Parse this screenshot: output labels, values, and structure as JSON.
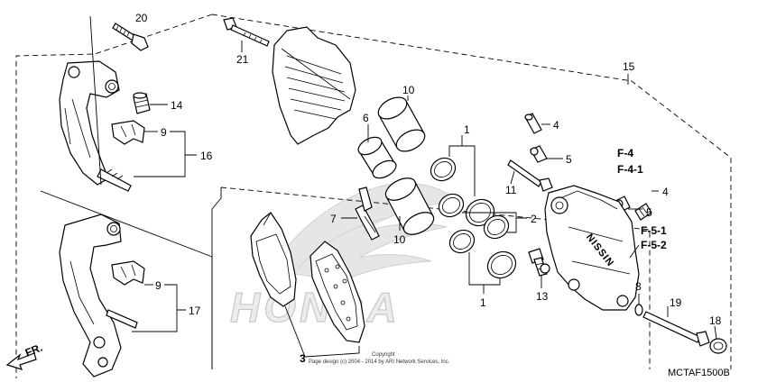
{
  "diagram": {
    "watermark": "HONDA",
    "catalog_code": "MCTAF1500B",
    "direction_label": "FR.",
    "copyright_line1": "Copyright",
    "copyright_line2": "Page design (c) 2004 - 2014 by ARI Network Services, Inc.",
    "callouts": {
      "c1a": "1",
      "c1b": "1",
      "c2": "2",
      "c3": "3",
      "c4a": "4",
      "c4b": "4",
      "c5a": "5",
      "c5b": "5",
      "c6": "6",
      "c7": "7",
      "c8": "8",
      "c9a": "9",
      "c9b": "9",
      "c10a": "10",
      "c10b": "10",
      "c11": "11",
      "c13": "13",
      "c14": "14",
      "c15": "15",
      "c16": "16",
      "c17": "17",
      "c18": "18",
      "c19": "19",
      "c20": "20",
      "c21": "21",
      "f4": "F-4",
      "f41": "F-4-1",
      "f51": "F-5-1",
      "f52": "F-5-2"
    },
    "caliper_marking": "NISSIN"
  }
}
